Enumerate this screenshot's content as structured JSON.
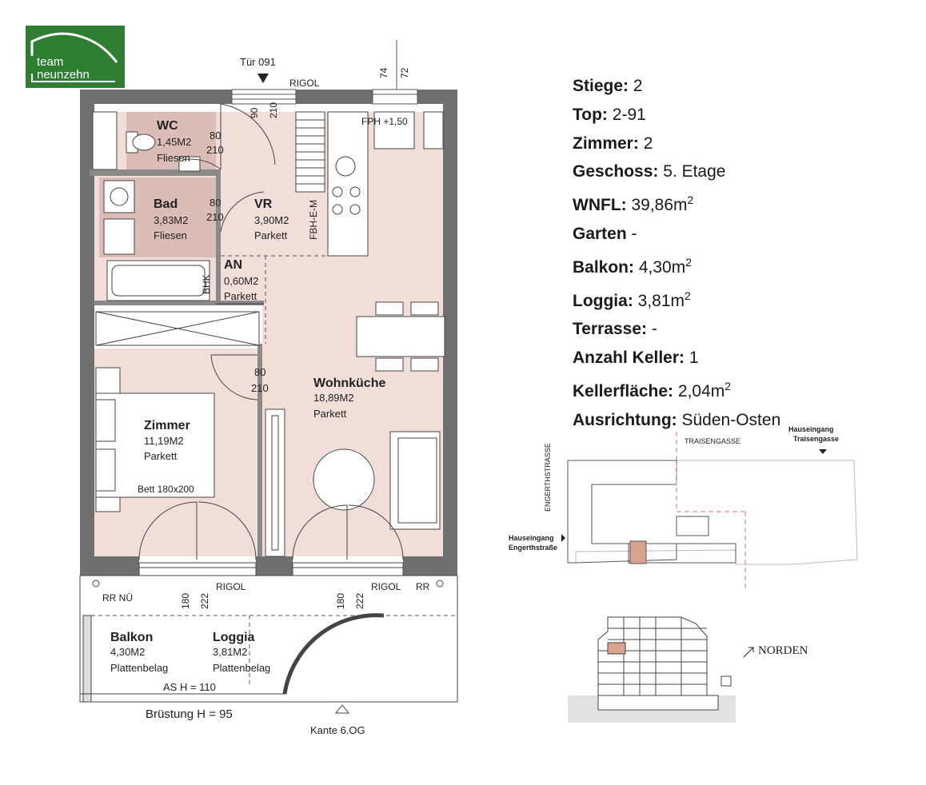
{
  "brand": {
    "line1": "team",
    "line2": "neunzehn",
    "color": "#2e7d32"
  },
  "info": [
    {
      "key": "Stiege:",
      "value": "2",
      "sup": ""
    },
    {
      "key": "Top:",
      "value": "2-91",
      "sup": ""
    },
    {
      "key": "Zimmer:",
      "value": "2",
      "sup": ""
    },
    {
      "key": "Geschoss:",
      "value": "5. Etage",
      "sup": ""
    },
    {
      "key": "WNFL:",
      "value": "39,86m",
      "sup": "2"
    },
    {
      "key": "Garten",
      "value": "-",
      "sup": ""
    },
    {
      "key": "Balkon:",
      "value": "4,30m",
      "sup": "2"
    },
    {
      "key": "Loggia:",
      "value": "3,81m",
      "sup": "2"
    },
    {
      "key": "Terrasse:",
      "value": "-",
      "sup": ""
    },
    {
      "key": "Anzahl Keller:",
      "value": "1",
      "sup": ""
    },
    {
      "key": "Kellerfläche:",
      "value": "2,04m",
      "sup": "2"
    },
    {
      "key": "Ausrichtung:",
      "value": "Süden-Osten",
      "sup": ""
    }
  ],
  "plan": {
    "door_label": "Tür 091",
    "rigol_top": "RIGOL",
    "shaft_74": "74",
    "shaft_72": "72",
    "fph": "FPH +1,50",
    "fbh": "FBH-E-M",
    "bhk": "BHK",
    "door_90": "90",
    "door_210": "210",
    "rooms": {
      "wc": {
        "name": "WC",
        "area": "1,45M2",
        "floor": "Fliesen"
      },
      "bad": {
        "name": "Bad",
        "area": "3,83M2",
        "floor": "Fliesen"
      },
      "vr": {
        "name": "VR",
        "area": "3,90M2",
        "floor": "Parkett"
      },
      "an": {
        "name": "AN",
        "area": "0,60M2",
        "floor": "Parkett"
      },
      "zimmer": {
        "name": "Zimmer",
        "area": "11,19M2",
        "floor": "Parkett"
      },
      "wohnkueche": {
        "name": "Wohnküche",
        "area": "18,89M2",
        "floor": "Parkett"
      },
      "balkon": {
        "name": "Balkon",
        "area": "4,30M2",
        "floor": "Plattenbelag"
      },
      "loggia": {
        "name": "Loggia",
        "area": "3,81M2",
        "floor": "Plattenbelag"
      }
    },
    "door_dims": {
      "w": "80",
      "h": "210"
    },
    "bed": "Bett 180x200",
    "win_180": "180",
    "win_222": "222",
    "rigol": "RIGOL",
    "rr_nue": "RR NÜ",
    "rr": "RR",
    "as_h": "AS H = 110",
    "bruestung": "Brüstung H = 95",
    "kante": "Kante 6.OG"
  },
  "site": {
    "traisengasse": "TRAISENGASSE",
    "hauseingang_t1": "Hauseingang",
    "hauseingang_t2": "Traisengasse",
    "engerthstrasse": "ENGERTHSTRASSE",
    "hauseingang_e1": "Hauseingang",
    "hauseingang_e2": "Engerthstraße",
    "north": "NORDEN"
  },
  "colors": {
    "room_fill": "#f2ded9",
    "bath_fill": "#dcbcb6",
    "wall": "#6f6f6f",
    "highlight": "#d9a48e",
    "dash_red": "#e07070"
  }
}
